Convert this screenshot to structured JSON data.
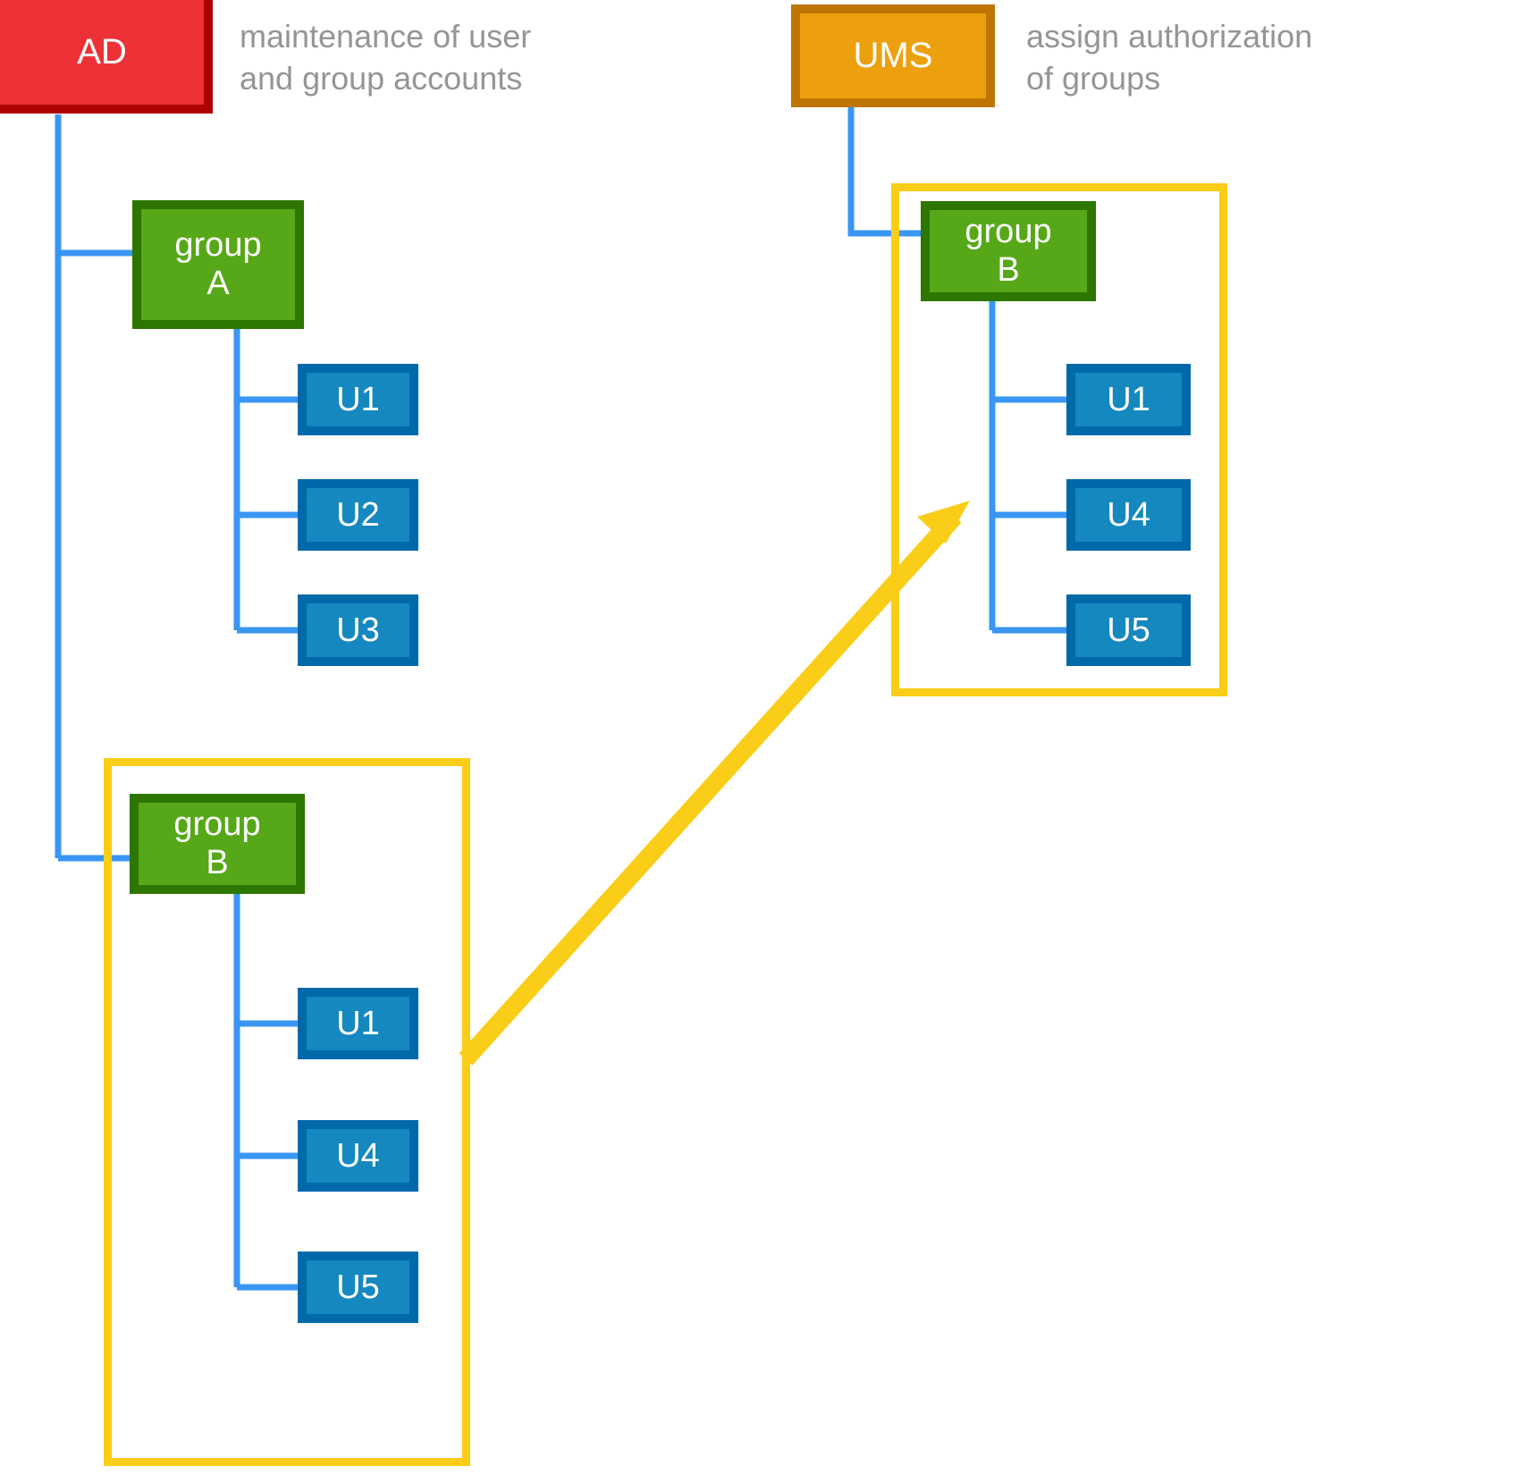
{
  "diagram": {
    "title": "AD / UMS group and user assignment",
    "colors": {
      "ad_fill": "#ED3237",
      "ad_border": "#AE0000",
      "ums_fill": "#EDA00D",
      "ums_border": "#BE7503",
      "group_fill": "#57A818",
      "group_border": "#2D7600",
      "user_fill": "#1488BF",
      "user_border": "#0069AA",
      "container_border": "#FACD18",
      "connector_line": "#3996F3",
      "arrow": "#FACD18",
      "note_text": "#959595",
      "background": "#FFFFFF"
    }
  },
  "left": {
    "root": {
      "label": "AD"
    },
    "note": "maintenance of user\nand group accounts",
    "group_a": {
      "label": "group\nA",
      "users": [
        {
          "label": "U1"
        },
        {
          "label": "U2"
        },
        {
          "label": "U3"
        }
      ]
    },
    "group_b": {
      "label": "group\nB",
      "users": [
        {
          "label": "U1"
        },
        {
          "label": "U4"
        },
        {
          "label": "U5"
        }
      ]
    }
  },
  "right": {
    "root": {
      "label": "UMS"
    },
    "note": "assign authorization\nof groups",
    "group_b": {
      "label": "group\nB",
      "users": [
        {
          "label": "U1"
        },
        {
          "label": "U4"
        },
        {
          "label": "U5"
        }
      ]
    }
  }
}
